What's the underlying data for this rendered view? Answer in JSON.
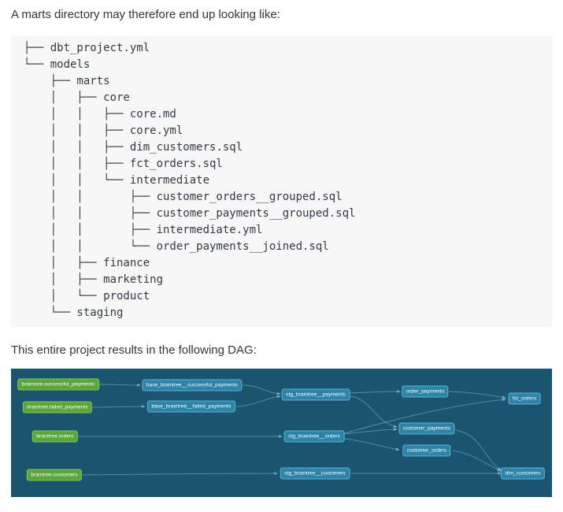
{
  "page": {
    "intro_text": "A marts directory may therefore end up looking like:",
    "dag_intro_text": "This entire project results in the following DAG:"
  },
  "directory_tree": {
    "lines": [
      "├── dbt_project.yml",
      "└── models",
      "    ├── marts",
      "    │   ├── core",
      "    │   │   ├── core.md",
      "    │   │   ├── core.yml",
      "    │   │   ├── dim_customers.sql",
      "    │   │   ├── fct_orders.sql",
      "    │   │   └── intermediate",
      "    │   │       ├── customer_orders__grouped.sql",
      "    │   │       ├── customer_payments__grouped.sql",
      "    │   │       ├── intermediate.yml",
      "    │   │       └── order_payments__joined.sql",
      "    │   ├── finance",
      "    │   ├── marketing",
      "    │   └── product",
      "    └── staging"
    ]
  },
  "dag": {
    "colors": {
      "background": "#1a546e",
      "source_node": "#5ca53a",
      "source_node_border": "#85c55f",
      "model_node": "#2e83a9",
      "model_node_border": "#5eb1d5",
      "edge": "#8fc3d6"
    },
    "nodes": [
      {
        "label": "braintree.successful_payments",
        "type": "source"
      },
      {
        "label": "braintree.failed_payments",
        "type": "source"
      },
      {
        "label": "braintree.orders",
        "type": "source"
      },
      {
        "label": "braintree.customers",
        "type": "source"
      },
      {
        "label": "base_braintree__successful_payments",
        "type": "model"
      },
      {
        "label": "base_braintree__failed_payments",
        "type": "model"
      },
      {
        "label": "stg_braintree__payments",
        "type": "model"
      },
      {
        "label": "stg_braintree__orders",
        "type": "model"
      },
      {
        "label": "stg_braintree__customers",
        "type": "model"
      },
      {
        "label": "order_payments",
        "type": "model"
      },
      {
        "label": "customer_payments",
        "type": "model"
      },
      {
        "label": "customer_orders",
        "type": "model"
      },
      {
        "label": "fct_orders",
        "type": "model"
      },
      {
        "label": "dim_customers",
        "type": "model"
      }
    ],
    "edges": [
      {
        "from": "braintree.successful_payments",
        "to": "base_braintree__successful_payments"
      },
      {
        "from": "braintree.failed_payments",
        "to": "base_braintree__failed_payments"
      },
      {
        "from": "base_braintree__successful_payments",
        "to": "stg_braintree__payments"
      },
      {
        "from": "base_braintree__failed_payments",
        "to": "stg_braintree__payments"
      },
      {
        "from": "braintree.orders",
        "to": "stg_braintree__orders"
      },
      {
        "from": "braintree.customers",
        "to": "stg_braintree__customers"
      },
      {
        "from": "stg_braintree__payments",
        "to": "order_payments"
      },
      {
        "from": "stg_braintree__payments",
        "to": "customer_payments"
      },
      {
        "from": "stg_braintree__orders",
        "to": "customer_payments"
      },
      {
        "from": "stg_braintree__orders",
        "to": "customer_orders"
      },
      {
        "from": "stg_braintree__orders",
        "to": "fct_orders"
      },
      {
        "from": "order_payments",
        "to": "fct_orders"
      },
      {
        "from": "customer_payments",
        "to": "dim_customers"
      },
      {
        "from": "customer_orders",
        "to": "dim_customers"
      },
      {
        "from": "stg_braintree__customers",
        "to": "dim_customers"
      }
    ]
  }
}
